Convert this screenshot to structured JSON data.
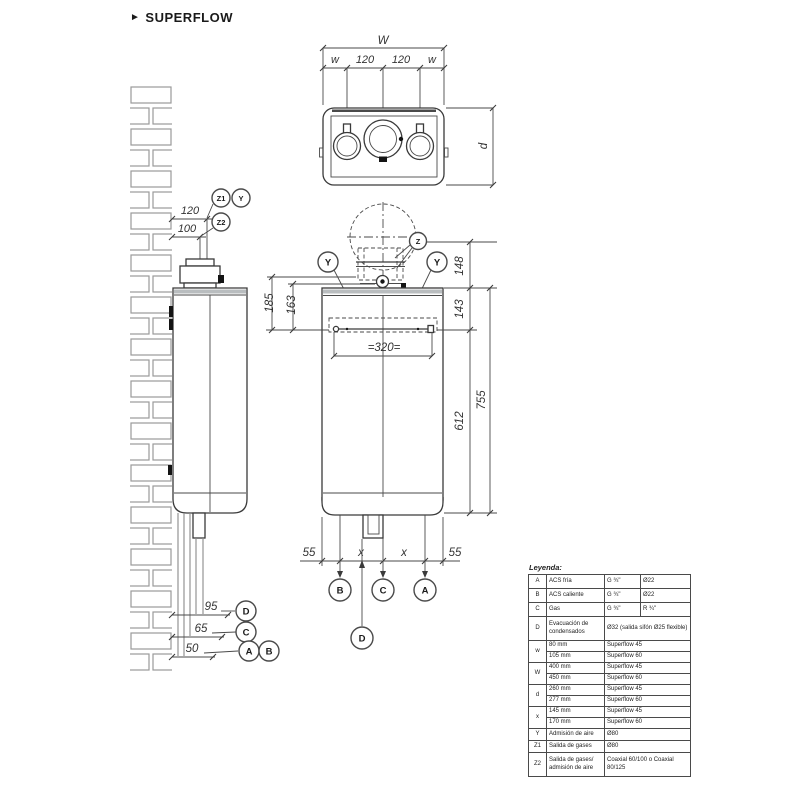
{
  "header": {
    "marker": "►",
    "title": "SUPERFLOW"
  },
  "colors": {
    "line": "#3a3a3a",
    "brick": "#9a9a9a",
    "metal_band": "#b9bdbf"
  },
  "top_view": {
    "width_label": "W",
    "w_left": "w",
    "spacing_left": "120",
    "spacing_right": "120",
    "w_right": "w",
    "depth_label": "d"
  },
  "side_view": {
    "flue_offset": "120",
    "coaxial_offset": "100",
    "callout_z1": "Z1",
    "callout_y": "Y",
    "callout_z2": "Z2",
    "dim_condensate": "95",
    "dim_gas": "65",
    "dim_water": "50",
    "callout_d": "D",
    "callout_c": "C",
    "callout_a": "A",
    "callout_b": "B"
  },
  "front_view": {
    "dim_185": "185",
    "dim_163": "163",
    "dim_148": "148",
    "dim_143": "143",
    "bracket_width": "=320=",
    "dim_612": "612",
    "dim_755": "755",
    "dim_55_left": "55",
    "x_left": "x",
    "x_right": "x",
    "dim_55_right": "55",
    "callout_z": "Z",
    "callout_y_left": "Y",
    "callout_y_right": "Y",
    "callout_b": "B",
    "callout_c": "C",
    "callout_a": "A",
    "callout_d": "D"
  },
  "legend": {
    "title": "Leyenda:",
    "rows": [
      {
        "key": "A",
        "desc": "ACS fría",
        "v1": "G ¾\"",
        "v2": "Ø22"
      },
      {
        "key": "B",
        "desc": "ACS caliente",
        "v1": "G ¾\"",
        "v2": "Ø22"
      },
      {
        "key": "C",
        "desc": "Gas",
        "v1": "G ¾\"",
        "v2": "R ¾\""
      },
      {
        "key": "D",
        "desc": "Evacuación de condensados",
        "v1": "Ø32 (salida sifón Ø25 flexible)"
      },
      {
        "key": "w",
        "desc": "80 mm",
        "v1": "Superflow 45"
      },
      {
        "desc": "105 mm",
        "v1": "Superflow 60"
      },
      {
        "key": "W",
        "desc": "400 mm",
        "v1": "Superflow 45"
      },
      {
        "desc": "450 mm",
        "v1": "Superflow 60"
      },
      {
        "key": "d",
        "desc": "260 mm",
        "v1": "Superflow 45"
      },
      {
        "desc": "277 mm",
        "v1": "Superflow 60"
      },
      {
        "key": "x",
        "desc": "145 mm",
        "v1": "Superflow 45"
      },
      {
        "desc": "170 mm",
        "v1": "Superflow 60"
      },
      {
        "key": "Y",
        "desc": "Admisión de aire",
        "v1": "Ø80"
      },
      {
        "key": "Z1",
        "desc": "Salida de gases",
        "v1": "Ø80"
      },
      {
        "key": "Z2",
        "desc": "Salida de gases/ admisión de aire",
        "v1": "Coaxial 60/100 o Coaxial 80/125"
      }
    ]
  }
}
